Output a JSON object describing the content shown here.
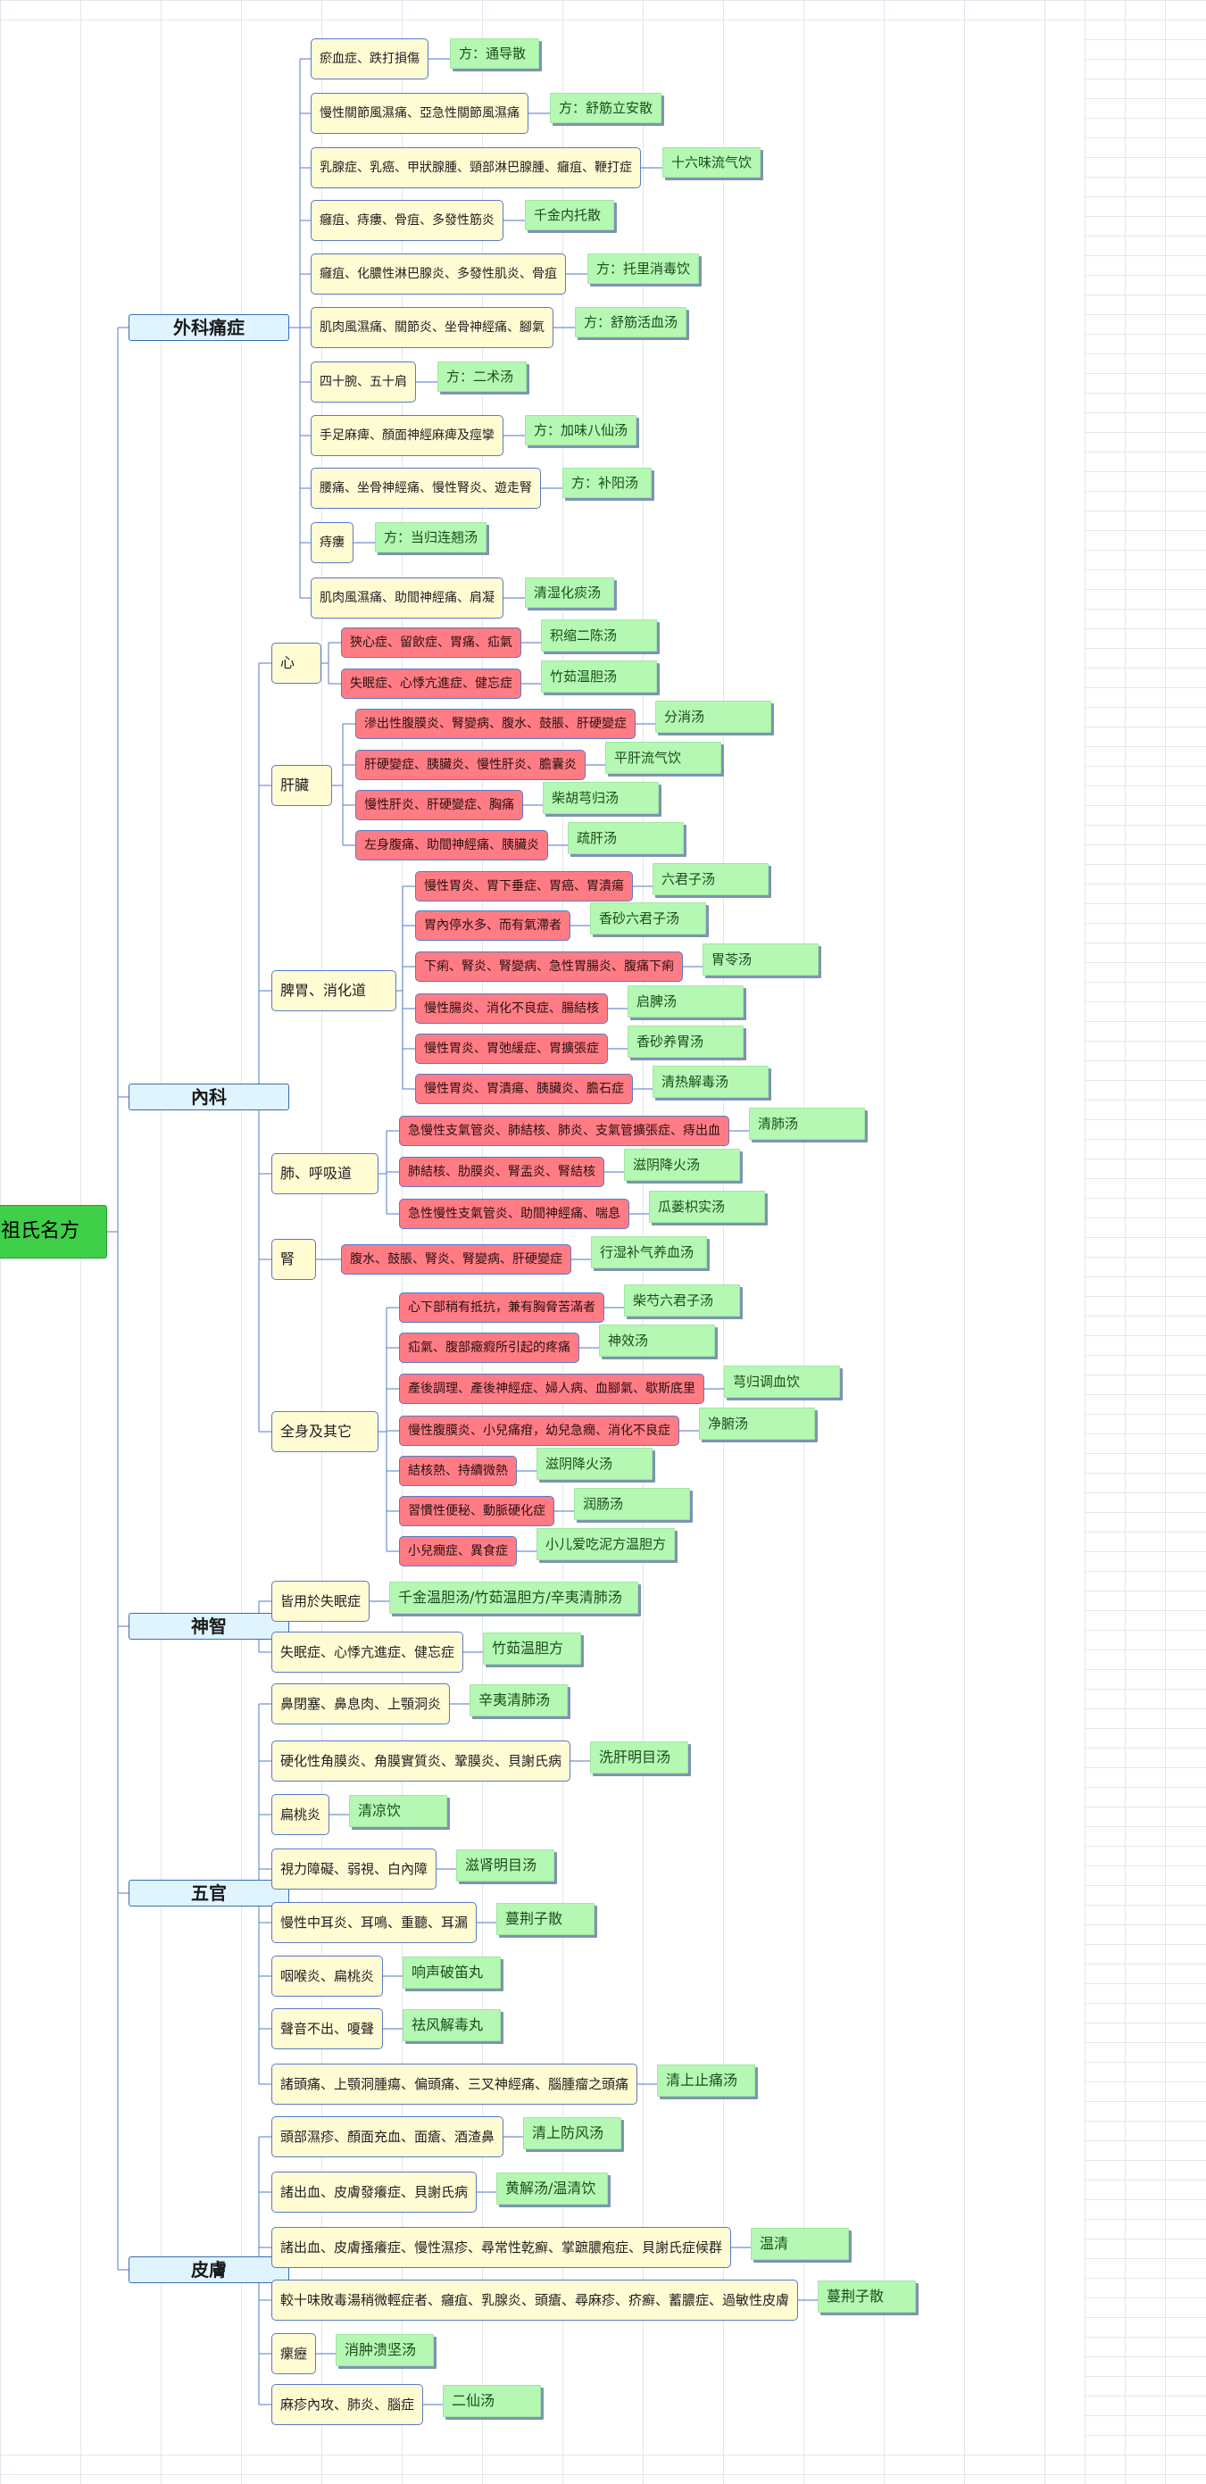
{
  "diagram": {
    "root": {
      "label": "祖氏名方"
    },
    "branches": [
      {
        "label": "外科痛症",
        "groups": [
          {
            "condition": "瘀血症、跌打損傷",
            "rx": "方：通导散"
          },
          {
            "condition": "慢性關節風濕痛、亞急性關節風濕痛",
            "rx": "方：舒筋立安散"
          },
          {
            "condition": "乳腺症、乳癌、甲狀腺腫、頸部淋巴腺腫、癰疽、鞭打症",
            "rx": "十六味流气饮"
          },
          {
            "condition": "癰疽、痔瘻、骨疽、多發性筋炎",
            "rx": "千金内托散"
          },
          {
            "condition": "癰疽、化膿性淋巴腺炎、多發性肌炎、骨疽",
            "rx": "方：托里消毒饮"
          },
          {
            "condition": "肌肉風濕痛、關節炎、坐骨神經痛、腳氣",
            "rx": "方：舒筋活血汤"
          },
          {
            "condition": "四十腕、五十肩",
            "rx": "方：二术汤"
          },
          {
            "condition": "手足麻痺、顏面神經麻痺及痙攣",
            "rx": "方：加味八仙汤"
          },
          {
            "condition": "腰痛、坐骨神經痛、慢性腎炎、遊走腎",
            "rx": "方：补阳汤"
          },
          {
            "condition": "痔瘻",
            "rx": "方：当归连翘汤"
          },
          {
            "condition": "肌肉風濕痛、助間神經痛、肩凝",
            "rx": "清湿化痰汤"
          }
        ]
      },
      {
        "label": "內科",
        "groups": [
          {
            "label": "心",
            "items": [
              {
                "condition": "狹心症、留飲症、胃痛、疝氣",
                "rx": "积缩二陈汤"
              },
              {
                "condition": "失眠症、心悸亢進症、健忘症",
                "rx": "竹茹温胆汤"
              }
            ]
          },
          {
            "label": "肝臟",
            "items": [
              {
                "condition": "滲出性腹膜炎、腎變病、腹水、鼓脹、肝硬變症",
                "rx": "分消汤"
              },
              {
                "condition": "肝硬變症、胰臟炎、慢性肝炎、膽囊炎",
                "rx": "平肝流气饮"
              },
              {
                "condition": "慢性肝炎、肝硬變症、胸痛",
                "rx": "柴胡芎归汤"
              },
              {
                "condition": "左身腹痛、助間神經痛、胰臟炎",
                "rx": "疏肝汤"
              }
            ]
          },
          {
            "label": "脾胃、消化道",
            "items": [
              {
                "condition": "慢性胃炎、胃下垂症、胃癌、胃潰瘍",
                "rx": "六君子汤"
              },
              {
                "condition": "胃內停水多、而有氣滯者",
                "rx": "香砂六君子汤"
              },
              {
                "condition": "下痢、腎炎、腎變病、急性胃腸炎、腹痛下痢",
                "rx": "胃苓汤"
              },
              {
                "condition": "慢性腸炎、消化不良症、腸結核",
                "rx": "启脾汤"
              },
              {
                "condition": "慢性胃炎、胃弛緩症、胃擴張症",
                "rx": "香砂养胃汤"
              },
              {
                "condition": "慢性胃炎、胃潰瘍、胰臟炎、膽石症",
                "rx": "清热解毒汤"
              }
            ]
          },
          {
            "label": "肺、呼吸道",
            "items": [
              {
                "condition": "急慢性支氣管炎、肺結核、肺炎、支氣管擴張症、痔出血",
                "rx": "清肺汤"
              },
              {
                "condition": "肺結核、肋膜炎、腎盂炎、腎結核",
                "rx": "滋阴降火汤"
              },
              {
                "condition": "急性慢性支氣管炎、助間神經痛、喘息",
                "rx": "瓜蒌枳实汤"
              }
            ]
          },
          {
            "label": "腎",
            "items": [
              {
                "condition": "腹水、鼓脹、腎炎、腎變病、肝硬變症",
                "rx": "行湿补气养血汤"
              }
            ]
          },
          {
            "label": "全身及其它",
            "items": [
              {
                "condition": "心下部稍有抵抗，兼有胸脅苦滿者",
                "rx": "柴芍六君子汤"
              },
              {
                "condition": "疝氣、腹部癥瘕所引起的疼痛",
                "rx": "神效汤"
              },
              {
                "condition": "產後調理、產後神經症、婦人病、血腳氣、歇斯底里",
                "rx": "芎归调血饮"
              },
              {
                "condition": "慢性腹膜炎、小兒痛疳，幼兒急癇、消化不良症",
                "rx": "净腑汤"
              },
              {
                "condition": "結核熱、持續微熱",
                "rx": "滋阴降火汤"
              },
              {
                "condition": "習慣性便秘、動脈硬化症",
                "rx": "润肠汤"
              },
              {
                "condition": "小兒癇症、異食症",
                "rx": "小儿爱吃泥方温胆方"
              }
            ]
          }
        ]
      },
      {
        "label": "神智",
        "groups": [
          {
            "condition": "皆用於失眠症",
            "rx": "千金温胆汤/竹茹温胆方/辛夷清肺汤"
          },
          {
            "condition": "失眠症、心悸亢進症、健忘症",
            "rx": "竹茹温胆方"
          }
        ]
      },
      {
        "label": "五官",
        "groups": [
          {
            "condition": "鼻閉塞、鼻息肉、上顎洞炎",
            "rx": "辛夷清肺汤"
          },
          {
            "condition": "硬化性角膜炎、角膜實質炎、鞏膜炎、貝謝氏病",
            "rx": "洗肝明目汤"
          },
          {
            "condition": "扁桃炎",
            "rx": "清凉饮"
          },
          {
            "condition": "視力障礙、弱視、白內障",
            "rx": "滋肾明目汤"
          },
          {
            "condition": "慢性中耳炎、耳鳴、重聽、耳漏",
            "rx": "蔓荆子散"
          },
          {
            "condition": "咽喉炎、扁桃炎",
            "rx": "响声破笛丸"
          },
          {
            "condition": "聲音不出、嗄聲",
            "rx": "祛风解毒丸"
          },
          {
            "condition": "諸頭痛、上顎洞腫瘍、偏頭痛、三叉神經痛、腦腫瘤之頭痛",
            "rx": "清上止痛汤"
          }
        ]
      },
      {
        "label": "皮膚",
        "groups": [
          {
            "condition": "頭部濕疹、顏面充血、面瘡、酒渣鼻",
            "rx": "清上防风汤"
          },
          {
            "condition": "諸出血、皮膚發癢症、貝謝氏病",
            "rx": "黄解汤/温清饮"
          },
          {
            "condition": "諸出血、皮膚搔癢症、慢性濕疹、尋常性乾癬、掌蹠膿疱症、貝謝氏症候群",
            "rx": "温清"
          },
          {
            "condition": "較十味敗毒湯稍微輕症者、癰疽、乳腺炎、頭瘡、尋麻疹、疥癬、蓄膿症、過敏性皮膚",
            "rx": "蔓荆子散"
          },
          {
            "condition": "瘰癧",
            "rx": "消肿溃坚汤"
          },
          {
            "condition": "麻疹內攻、肺炎、腦症",
            "rx": "二仙汤"
          }
        ]
      }
    ]
  }
}
